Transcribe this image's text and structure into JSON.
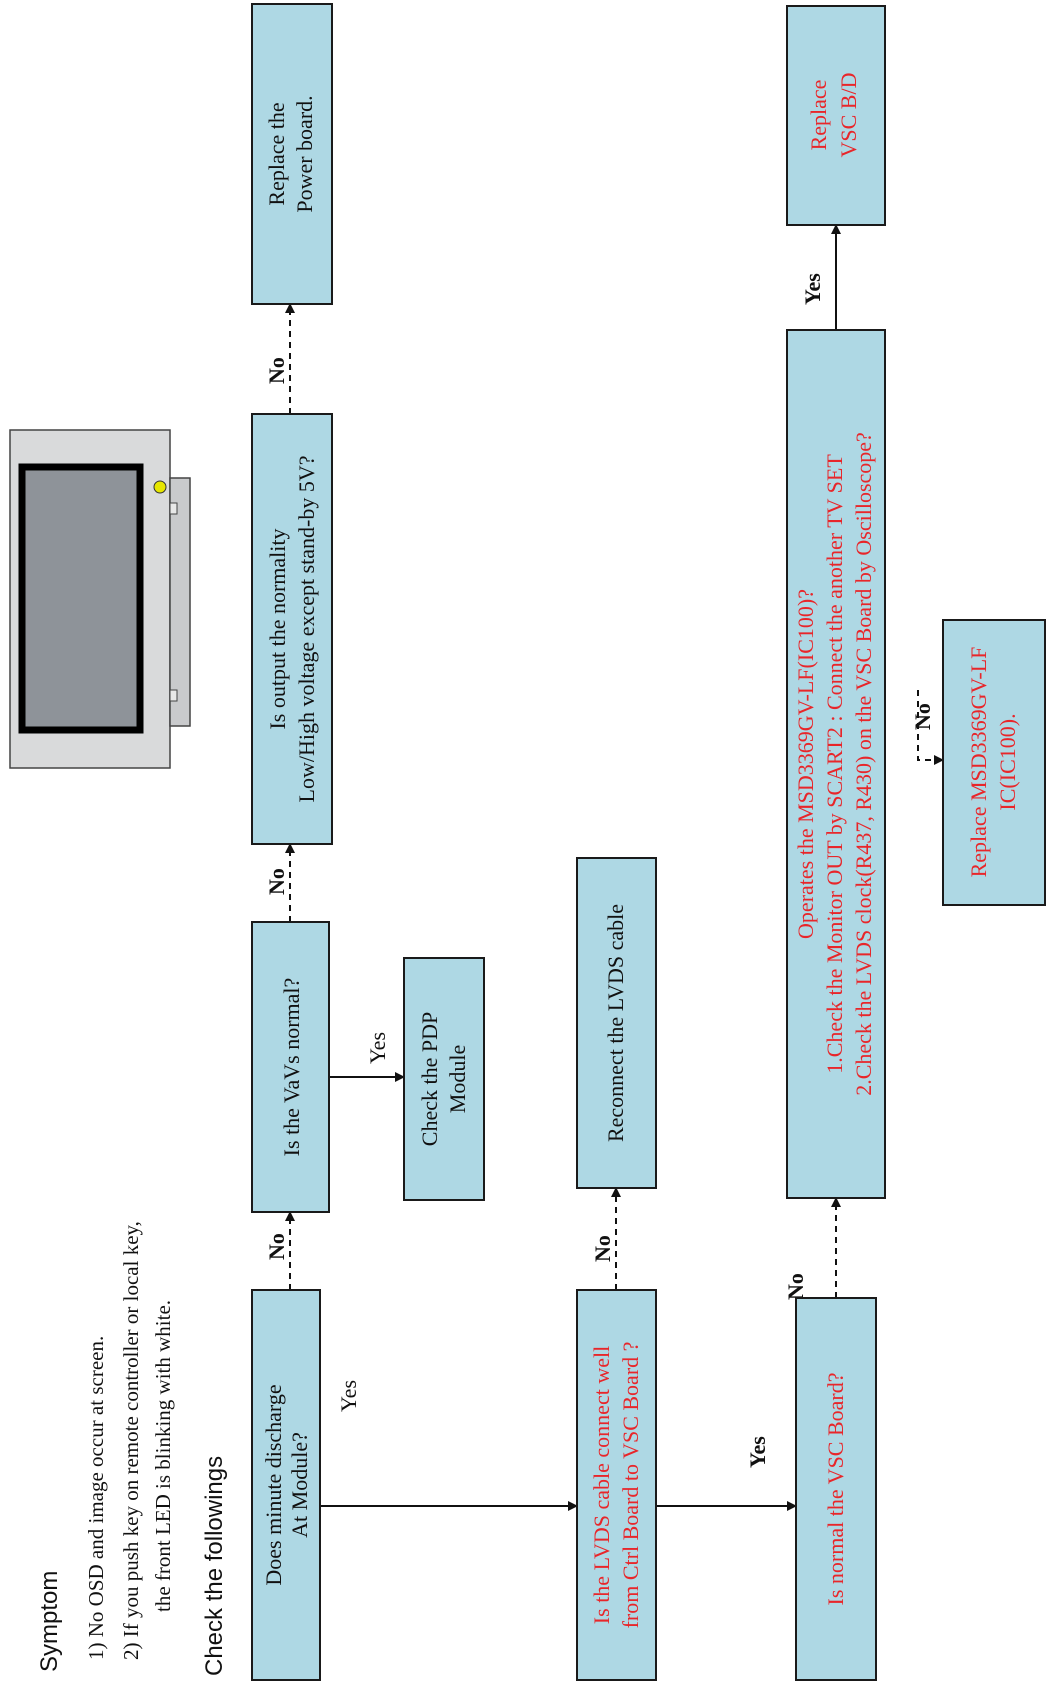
{
  "symptom": {
    "title": "Symptom",
    "line1": "1) No OSD and image occur at screen.",
    "line2": "2) If you push key on remote controller or local key,",
    "line3": "the front LED is blinking with white."
  },
  "check_heading": "Check the followings",
  "nodes": {
    "discharge": [
      "Does minute discharge",
      "At Module?"
    ],
    "vavs": [
      "Is the VaVs normal?"
    ],
    "output": [
      "Is output the normality",
      "Low/High voltage except stand-by 5V?"
    ],
    "power": [
      "Replace the",
      "Power board."
    ],
    "pdp": [
      "Check the PDP",
      "Module"
    ],
    "lvds_q": [
      "Is the LVDS cable connect well",
      "from Ctrl Board to VSC Board ?"
    ],
    "lvds_fix": [
      "Reconnect the LVDS cable"
    ],
    "vsc_q": [
      "Is normal the VSC Board?"
    ],
    "msd_q": [
      "Operates the MSD3369GV-LF(IC100)?",
      "1.Check the Monitor OUT by SCART2 : Connect the another TV SET",
      "2.Check the LVDS clock(R437, R430) on the VSC Board by Oscilloscope?"
    ],
    "msd_fix": [
      "Replace MSD3369GV-LF",
      "IC(IC100)."
    ],
    "vsc_fix": [
      "Replace",
      "VSC B/D"
    ]
  },
  "labels": {
    "yes": "Yes",
    "no": "No"
  },
  "colors": {
    "box_fill": "#aed8e4",
    "red_text": "#e8262a",
    "tv_screen": "#8e9399",
    "tv_body": "#d9dadb",
    "led": "#e6e600"
  }
}
